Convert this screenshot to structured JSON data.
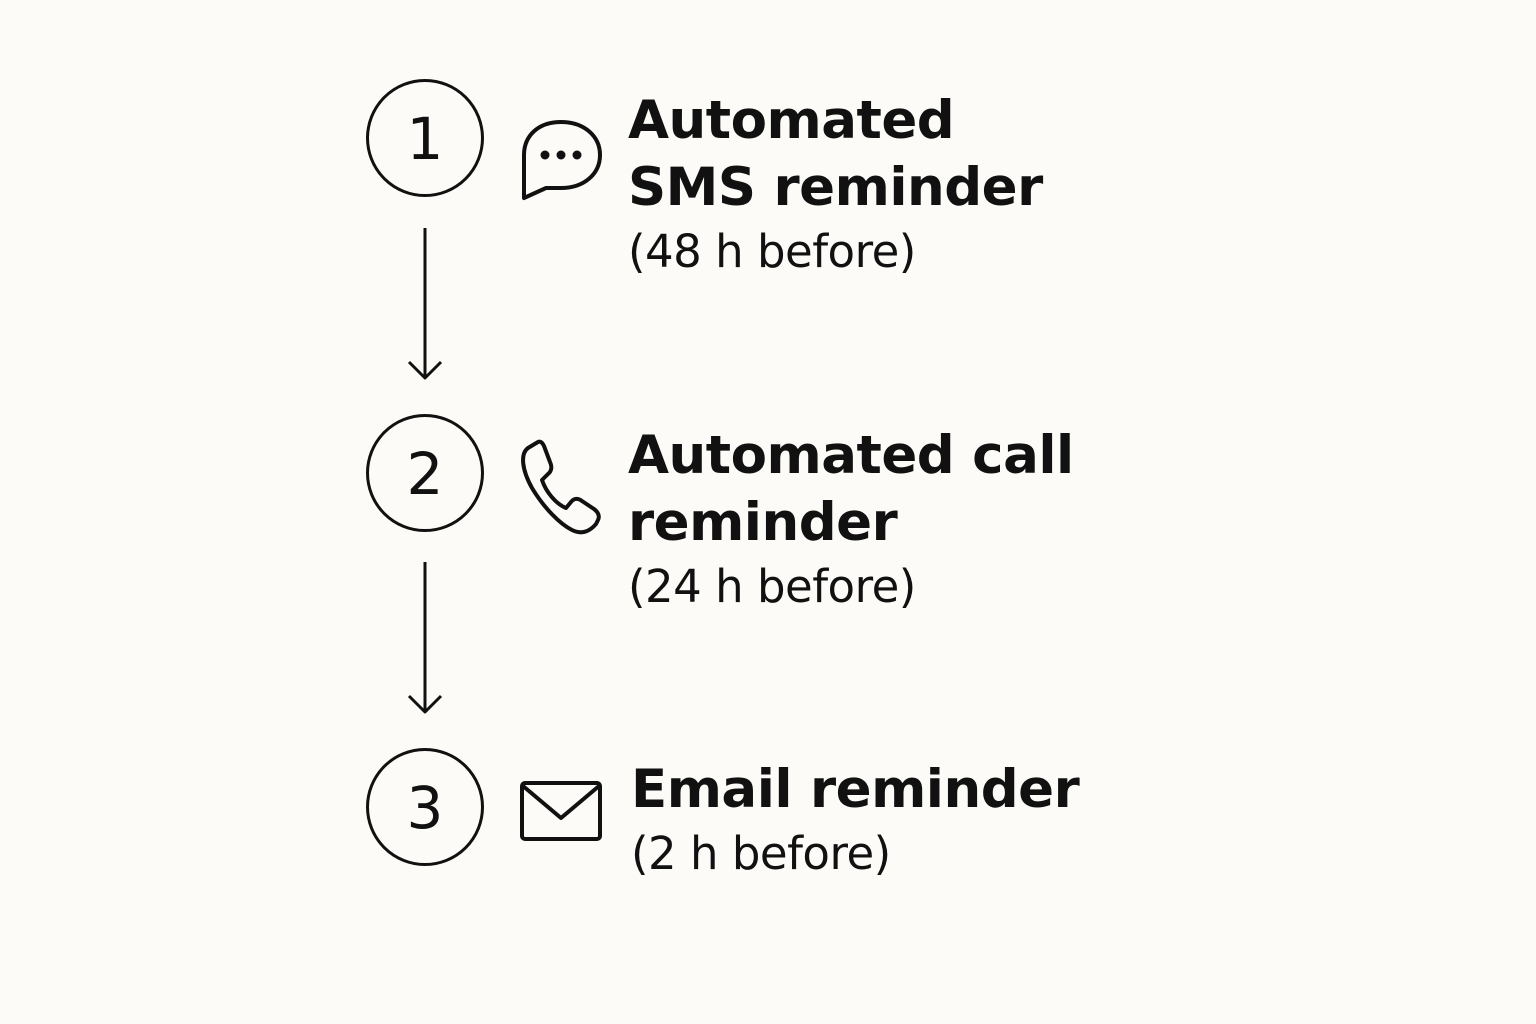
{
  "colors": {
    "background": "#fcfbf7",
    "ink": "#111111"
  },
  "steps": [
    {
      "number": "1",
      "icon": "chat-bubble-icon",
      "title": "Automated\nSMS reminder",
      "timing": "(48 h before)"
    },
    {
      "number": "2",
      "icon": "phone-icon",
      "title": "Automated call\nreminder",
      "timing": "(24 h before)"
    },
    {
      "number": "3",
      "icon": "envelope-icon",
      "title": "Email reminder",
      "timing": "(2 h before)"
    }
  ]
}
